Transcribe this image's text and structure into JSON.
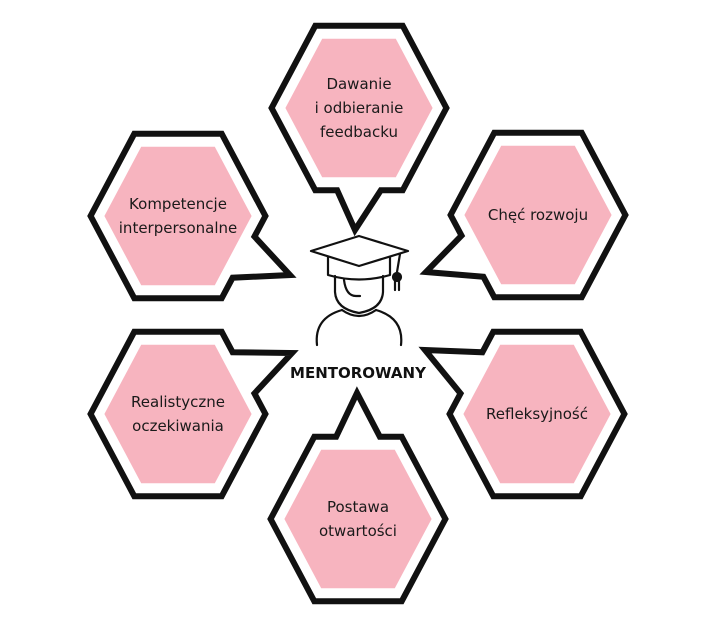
{
  "center": {
    "label": "MENTOROWANY",
    "icon": "graduate-student-icon"
  },
  "colors": {
    "fill": "#f7b4bf",
    "outline": "#111111",
    "inner_ring": "#ffffff"
  },
  "nodes": [
    {
      "id": "top",
      "text": "Dawanie\ni odbieranie\nfeedbacku"
    },
    {
      "id": "upper-right",
      "text": "Chęć rozwoju"
    },
    {
      "id": "lower-right",
      "text": "Refleksyjność"
    },
    {
      "id": "bottom",
      "text": "Postawa\notwartości"
    },
    {
      "id": "lower-left",
      "text": "Realistyczne\noczekiwania"
    },
    {
      "id": "upper-left",
      "text": "Kompetencje\ninterpersonalne"
    }
  ]
}
